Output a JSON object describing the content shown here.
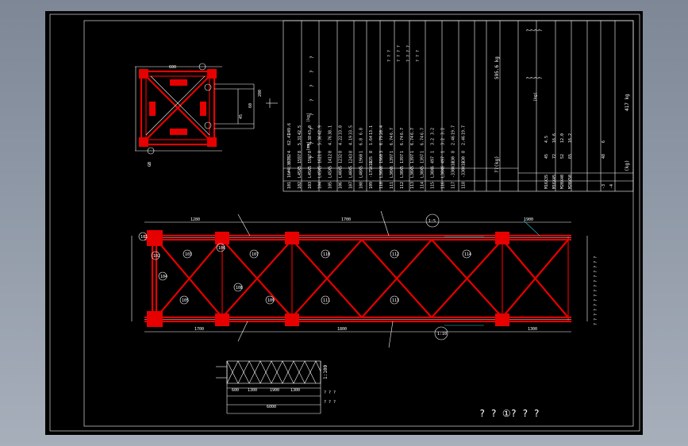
{
  "table": {
    "header_cols": [
      "?",
      "?",
      "?",
      "?",
      "?",
      "?",
      "?",
      "?"
    ],
    "units_row": [
      "(mm)",
      "(kg)"
    ],
    "rows": [
      [
        "101",
        "16#4(30)3",
        "5762",
        "4",
        "62.41",
        "249.6"
      ],
      [
        "102",
        "L45X5",
        "1597",
        "8",
        "5.31",
        "42.5"
      ],
      [
        "103",
        "L45X5",
        "1597",
        "8",
        "5.38",
        "43.0"
      ],
      [
        "104",
        "L45X5",
        "1621",
        "8",
        "5.36",
        "42.9"
      ],
      [
        "105",
        "L45X5",
        "1412",
        "8",
        "4.76",
        "38.1"
      ],
      [
        "106",
        "L40X5",
        "1232",
        "8",
        "4.22",
        "33.8"
      ],
      [
        "107",
        "L40X5",
        "1243",
        "8",
        "4.19",
        "33.5"
      ],
      [
        "108",
        "L40X5",
        "1960",
        "1",
        "6.8",
        "6.8"
      ],
      [
        "109",
        "-175X10",
        "225",
        "8",
        "1.64",
        "13.1"
      ],
      [
        "110",
        "L30X6",
        "1960",
        "3",
        "6.79",
        "20.4"
      ],
      [
        "111",
        "L30X6",
        "1397",
        "1",
        "6.74",
        "6.7"
      ],
      [
        "112",
        "L30X5",
        "1397",
        "1",
        "6.74",
        "6.7"
      ],
      [
        "113",
        "L30X5",
        "1397",
        "1",
        "6.74",
        "6.7"
      ],
      [
        "114",
        "L30X5",
        "1397",
        "1",
        "6.74",
        "6.7"
      ],
      [
        "115",
        "L30X6",
        "497",
        "1",
        "3.2",
        "3.2"
      ],
      [
        "116",
        "L30X6",
        "497",
        "1",
        "3.2",
        "3.2"
      ],
      [
        "117",
        "-330X10",
        "230",
        "8",
        "2.46",
        "19.7"
      ],
      [
        "118",
        "-330X10",
        "230",
        "8",
        "2.46",
        "19.7"
      ]
    ],
    "qmarks_a": [
      "? ? ?",
      "? ? ? ?",
      "? ? ? ?",
      "? ? ?"
    ],
    "subtotal_label": "??(kg)",
    "subtotal_value": "595.6 kg",
    "bolts_header": [
      "?",
      "?",
      "?",
      "?",
      "?",
      "?",
      "?",
      "?"
    ],
    "bolts_units": "(kg)",
    "bolts": [
      [
        "M16X35",
        "45",
        "4.5"
      ],
      [
        "M16X45",
        "72",
        "16.6"
      ],
      [
        "M20X40",
        "52",
        "12.0"
      ],
      [
        "M20X50",
        "65",
        "16.2"
      ]
    ],
    "washers": [
      [
        "-3",
        "48",
        "6"
      ],
      [
        "-4",
        "",
        ""
      ]
    ],
    "total_label": "(kg)",
    "total_value": "417 kg",
    "bottom_qmarks": "? ? ? ? ? ? ? ? ? ? ? ? ? ? ?"
  },
  "section": {
    "label_top": "600",
    "label_b": "GB",
    "dims": [
      "45",
      "60",
      "200"
    ]
  },
  "elevation": {
    "dim_top": [
      "1280",
      "1700",
      "1900"
    ],
    "dim_bottom": [
      "1700",
      "1800",
      "1300"
    ],
    "parts": [
      "101",
      "102",
      "103",
      "104",
      "105",
      "106",
      "107",
      "108",
      "109",
      "110",
      "111",
      "112",
      "113",
      "114"
    ],
    "note_right": "? ? ? ? ? ? ? ? ? ? ? ? ? ?",
    "bubbles": [
      "1:5",
      "1:10"
    ]
  },
  "small_view": {
    "dims": [
      "600",
      "1300",
      "1900",
      "1300",
      "6000"
    ],
    "labels": [
      "? ? ?",
      "? ? ?"
    ],
    "scale": "1:100"
  },
  "title_block": {
    "title": "? ? ①? ? ?"
  }
}
